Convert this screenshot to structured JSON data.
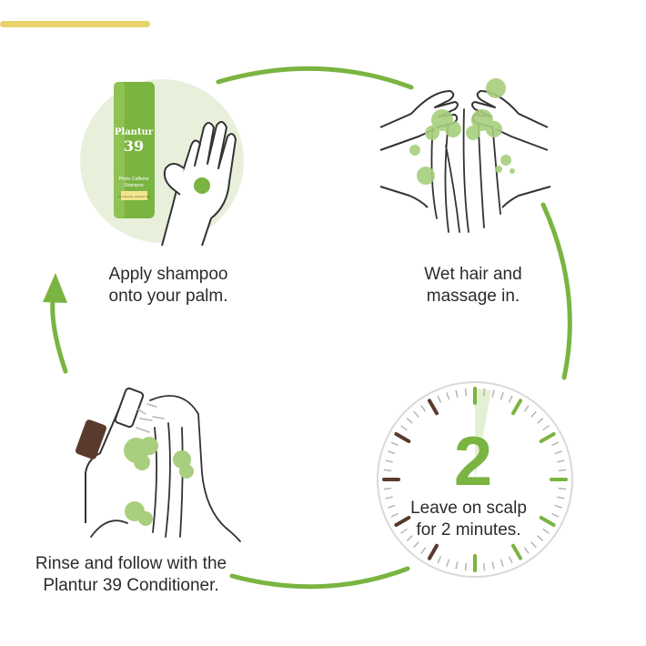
{
  "steps": [
    {
      "line1": "Apply shampoo",
      "line2": "onto your palm."
    },
    {
      "line1": "Wet hair and",
      "line2": "massage in."
    },
    {
      "line1": "Leave on scalp",
      "line2": "for 2 minutes."
    },
    {
      "line1": "Rinse and follow with the",
      "line2": "Plantur 39 Conditioner."
    }
  ],
  "timer": {
    "number": "2"
  },
  "bottle": {
    "brand": "Plantur",
    "number": "39",
    "product": "Phyto-Caffeine",
    "type": "Shampoo",
    "tag": "for coloured, stressed hair"
  },
  "colors": {
    "accent_green": "#7ab441",
    "light_green": "#e8f0dc",
    "bubble_green": "#a8cf7e",
    "dark_brown": "#5a3a2c",
    "gold_bar": "#e8d26a",
    "line": "#3a3a3a",
    "tick_gray": "#b5b5b5"
  }
}
